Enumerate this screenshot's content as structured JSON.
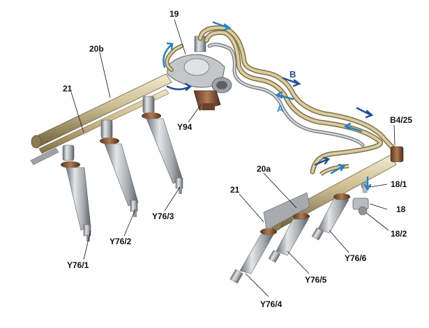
{
  "diagram": {
    "colors": {
      "pipe_gold": "#c8b98a",
      "pipe_gold_dark": "#8c7c4e",
      "steel": "#b9bcc0",
      "steel_dark": "#6f7377",
      "bronze": "#8a5a3a",
      "arrow_blue": "#2a7fc0",
      "arrow_dark_blue": "#1f4f8f"
    },
    "flow_labels": {
      "a": "A",
      "b": "B"
    },
    "labels": {
      "l19": "19",
      "l20b": "20b",
      "l21_top": "21",
      "l94": "Y94",
      "lb425": "B4/25",
      "l20a": "20a",
      "l21_bottom": "21",
      "l18_1": "18/1",
      "l18": "18",
      "l18_2": "18/2",
      "l76_1": "Y76/1",
      "l76_2": "Y76/2",
      "l76_3": "Y76/3",
      "l76_4": "Y76/4",
      "l76_5": "Y76/5",
      "l76_6": "Y76/6"
    }
  }
}
